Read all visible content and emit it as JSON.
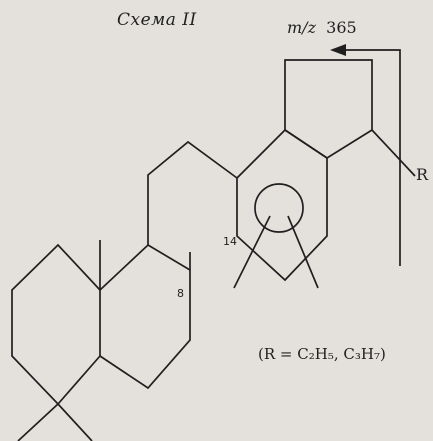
{
  "scheme_title": "Схема II",
  "fragment": {
    "mz_prefix": "m/z",
    "mz_value": "365"
  },
  "labels": {
    "r_group": "R",
    "atom_14": "14",
    "atom_8": "8"
  },
  "substituent_note": "(R = C₂H₅, C₃H₇)"
}
